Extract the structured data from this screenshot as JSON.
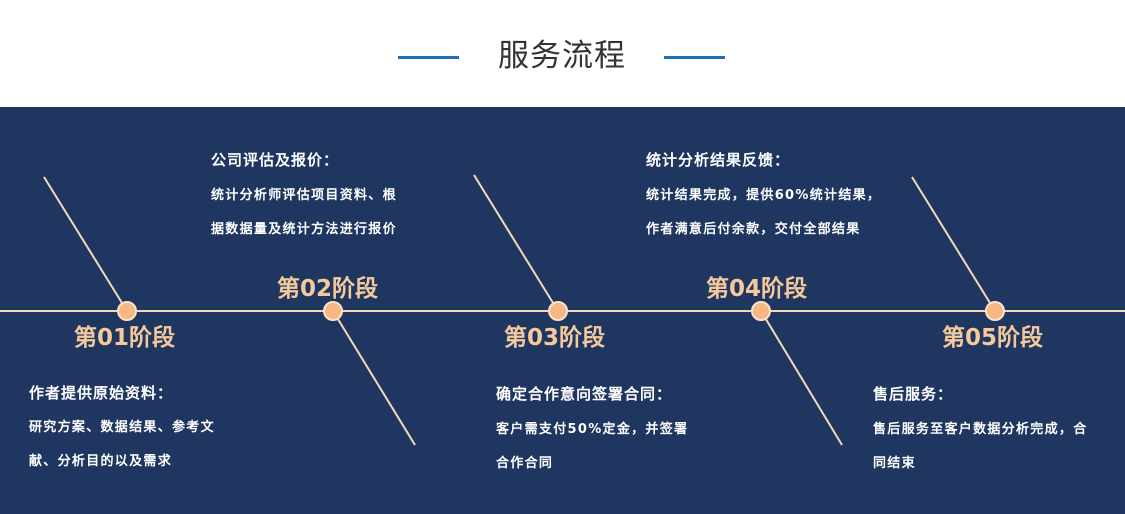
{
  "header": {
    "title": "服务流程"
  },
  "colors": {
    "accent_blue": "#1e6fb5",
    "panel_bg": "#1f3660",
    "timeline": "#f4d9b8",
    "node": "#f5b783",
    "stage_text": "#f6c99d",
    "text": "#ffffff"
  },
  "stages": [
    {
      "label": "第01阶段",
      "title": "作者提供原始资料：",
      "lines": [
        "研究方案、数据结果、参考文",
        "献、分析目的以及需求"
      ]
    },
    {
      "label": "第02阶段",
      "title": "公司评估及报价：",
      "lines": [
        "统计分析师评估项目资料、根",
        "据数据量及统计方法进行报价"
      ]
    },
    {
      "label": "第03阶段",
      "title": "确定合作意向签署合同：",
      "lines": [
        "客户需支付50%定金，并签署",
        "合作合同"
      ]
    },
    {
      "label": "第04阶段",
      "title": "统计分析结果反馈：",
      "lines": [
        "统计结果完成，提供60%统计结果，",
        "作者满意后付余款，交付全部结果"
      ]
    },
    {
      "label": "第05阶段",
      "title": "售后服务：",
      "lines": [
        "售后服务至客户数据分析完成，合",
        "同结束"
      ]
    }
  ]
}
